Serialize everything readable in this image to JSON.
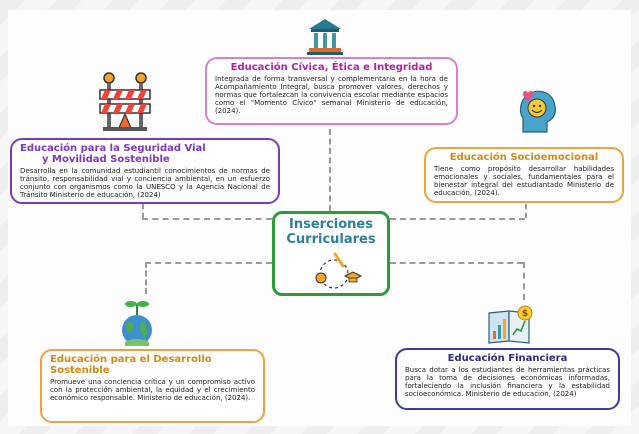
{
  "center": {
    "title_line1": "Inserciones",
    "title_line2": "Curriculares"
  },
  "civica": {
    "title": "Educación Cívica, Ética e Integridad",
    "text": "Integrada de forma transversal y complementaria en la hora de Acompañamiento Integral, busca promover valores, derechos y normas que fortalezcan la convivencia escolar mediante espacios como el \"Momento Cívico\" semanal Ministerio de educación, (2024)."
  },
  "vial": {
    "title_line1": "Educación para la Seguridad Vial",
    "title_line2": "y Movilidad Sostenible",
    "text": "Desarrolla en la comunidad estudiantil conocimientos de normas de tránsito, responsabilidad vial y conciencia ambiental, en un esfuerzo conjunto con organismos como la UNESCO y la Agencia Nacional de Tránsito Ministerio de educación, (2024)"
  },
  "socio": {
    "title": "Educación Socioemocional",
    "text": "Tiene como propósito desarrollar habilidades emocionales y sociales, fundamentales para el bienestar integral del estudiantado Ministerio de educación, (2024)."
  },
  "ambiental": {
    "title_line1": "Educación para el Desarrollo",
    "title_line2": "Sostenible",
    "text": "Promueve una conciencia crítica y un compromiso activo con la protección ambiental, la equidad y el crecimiento económico responsable. Ministerio de educación, (2024)."
  },
  "financiera": {
    "title": "Educación Financiera",
    "text": "Busca dotar a los estudiantes de herramientas prácticas para la toma de decisiones económicas informadas, fortaleciendo la inclusión financiera y la estabilidad socioeconómica. Ministerio de educación, (2024)"
  }
}
